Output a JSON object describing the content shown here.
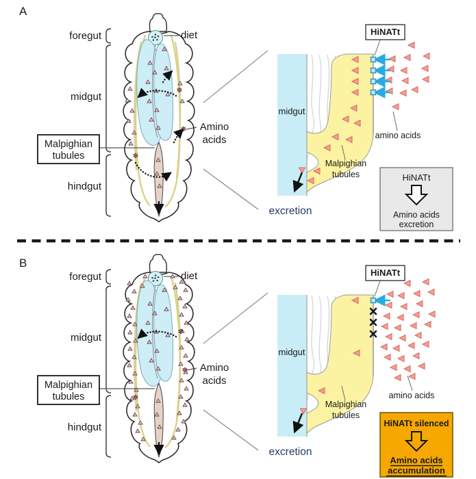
{
  "colors": {
    "midgut_cyan": "#c9edf6",
    "malpighian_yellow": "#fbf3a2",
    "amino_triangle_fill": "#f1a099",
    "amino_triangle_border": "#d8685e",
    "transporter_blue": "#29abe2",
    "excretion_text_navy": "#253a63",
    "summary_gray_bg": "#e9e9e9",
    "summary_gray_border": "#7f7f7f",
    "summary_orange_bg": "#f6a800",
    "cluster_maroon": "#7a3c46",
    "hindgut_tan": "#e6d3c8",
    "tubule_yellow": "#d8d28c"
  },
  "icons": {
    "cluster_glyph": "✽"
  },
  "panel_a": {
    "letter": "A",
    "anatomy": {
      "foregut": "foregut",
      "midgut": "midgut",
      "hindgut": "hindgut",
      "diet": "diet",
      "amino1": "Amino",
      "amino2": "acids",
      "malpighian1": "Malpighian",
      "malpighian2": "tubules"
    },
    "detail": {
      "hinatt": "HiNATt",
      "midgut": "midgut",
      "amino_acids": "amino acids",
      "malpighian1": "Malpighian",
      "malpighian2": "tubules",
      "excretion": "excretion"
    },
    "summary": {
      "title": "HiNATt",
      "line1": "Amino acids",
      "line2": "excretion"
    }
  },
  "panel_b": {
    "letter": "B",
    "anatomy": {
      "foregut": "foregut",
      "midgut": "midgut",
      "hindgut": "hindgut",
      "diet": "diet",
      "amino1": "Amino",
      "amino2": "acids",
      "malpighian1": "Malpighian",
      "malpighian2": "tubules"
    },
    "detail": {
      "hinatt": "HiNATt",
      "midgut": "midgut",
      "amino_acids": "amino acids",
      "malpighian1": "Malpighian",
      "malpighian2": "tubules",
      "excretion": "excretion"
    },
    "summary": {
      "title": "HiNATt silenced",
      "line1": "Amino acids",
      "line2": "accumulation"
    }
  }
}
